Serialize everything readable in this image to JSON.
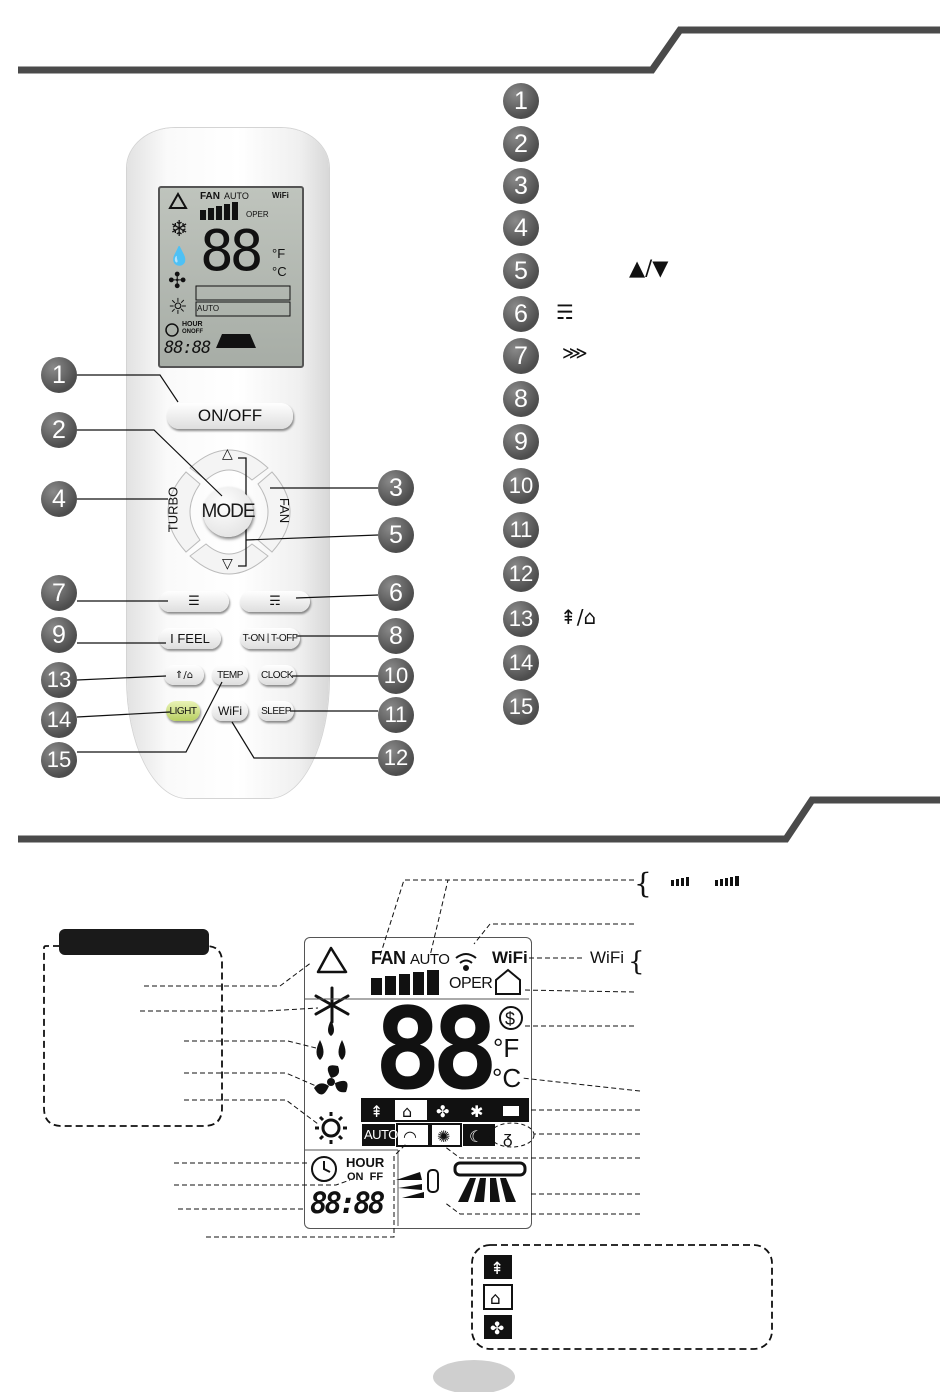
{
  "remote": {
    "buttons": {
      "on_off": "ON/OFF",
      "mode": "MODE",
      "turbo": "TURBO",
      "fan": "FAN",
      "up": "△",
      "down": "▽",
      "i_feel": "I FEEL",
      "t_on_t_off": "T-ON | T-OFF",
      "temp": "TEMP",
      "clock": "CLOCK",
      "light": "LIGHT",
      "wifi": "WiFi",
      "sleep": "SLEEP",
      "health_air": "/"
    },
    "lcd": {
      "fan": "FAN",
      "auto": "AUTO",
      "oper": "OPER",
      "wifi": "WiFi",
      "digits": "88",
      "unit_f": "°F",
      "unit_c": "°C",
      "hour": "HOUR",
      "on_off": "ONOFF",
      "time": "88:88",
      "auto_badge": "AUTO"
    },
    "callouts": [
      "1",
      "2",
      "4",
      "7",
      "9",
      "13",
      "14",
      "15",
      "3",
      "5",
      "6",
      "8",
      "10",
      "11",
      "12"
    ]
  },
  "legend": {
    "numbers": [
      "1",
      "2",
      "3",
      "4",
      "5",
      "6",
      "7",
      "8",
      "9",
      "10",
      "11",
      "12",
      "13",
      "14",
      "15"
    ],
    "item5_symbol": "▲/▼",
    "item13_symbol": "/"
  },
  "display": {
    "fan": "FAN",
    "auto": "AUTO",
    "oper": "OPER",
    "wifi": "WiFi",
    "digits": "88",
    "unit_f": "°F",
    "unit_c": "°C",
    "hour": "HOUR",
    "on_ff": "ON  FF",
    "time": "88:88",
    "auto_badge": "AUTO",
    "wifi_callout": "WiFi"
  },
  "colors": {
    "header_bar": "#4a4a4a",
    "badge": "#5a5a5a",
    "lcd_bg": "#b3b8b1",
    "light_button": "#c9dc7a"
  }
}
